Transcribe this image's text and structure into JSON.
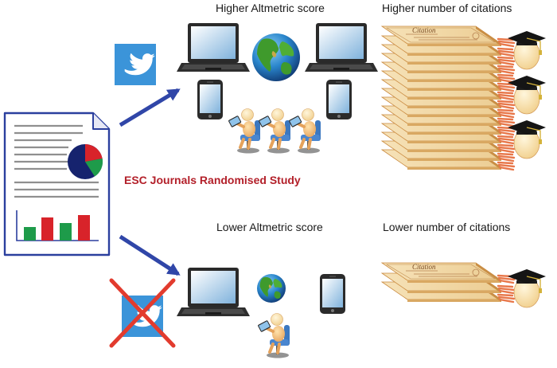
{
  "labels": {
    "higher_altmetric": "Higher Altmetric score",
    "higher_citations": "Higher number of citations",
    "lower_altmetric": "Lower Altmetric score",
    "lower_citations": "Lower number of citations",
    "study_title": "ESC Journals Randomised Study"
  },
  "certificate": {
    "title": "Citation"
  },
  "icons": {
    "document": "paper-document-icon",
    "pie": "pie-chart-icon",
    "bar": "bar-chart-icon",
    "twitter": "twitter-bird-icon",
    "no_twitter": "crossed-out-twitter-icon",
    "laptop": "laptop-icon",
    "tablet": "tablet-icon",
    "globe": "globe-icon",
    "reader": "reader-figure-icon",
    "certificate": "citation-certificate-icon",
    "graduate": "graduate-head-icon"
  },
  "colors": {
    "title_red": "#b3202a",
    "twitter_blue": "#3b94d9",
    "cross_red": "#e23b2e",
    "arrow_blue": "#3046a8",
    "document_border": "#2b3f9e",
    "certificate_tan": "#f3d9a8",
    "ribbon_orange": "#e8774a",
    "bar_green": "#1e9b4a",
    "bar_red": "#d8232a"
  }
}
